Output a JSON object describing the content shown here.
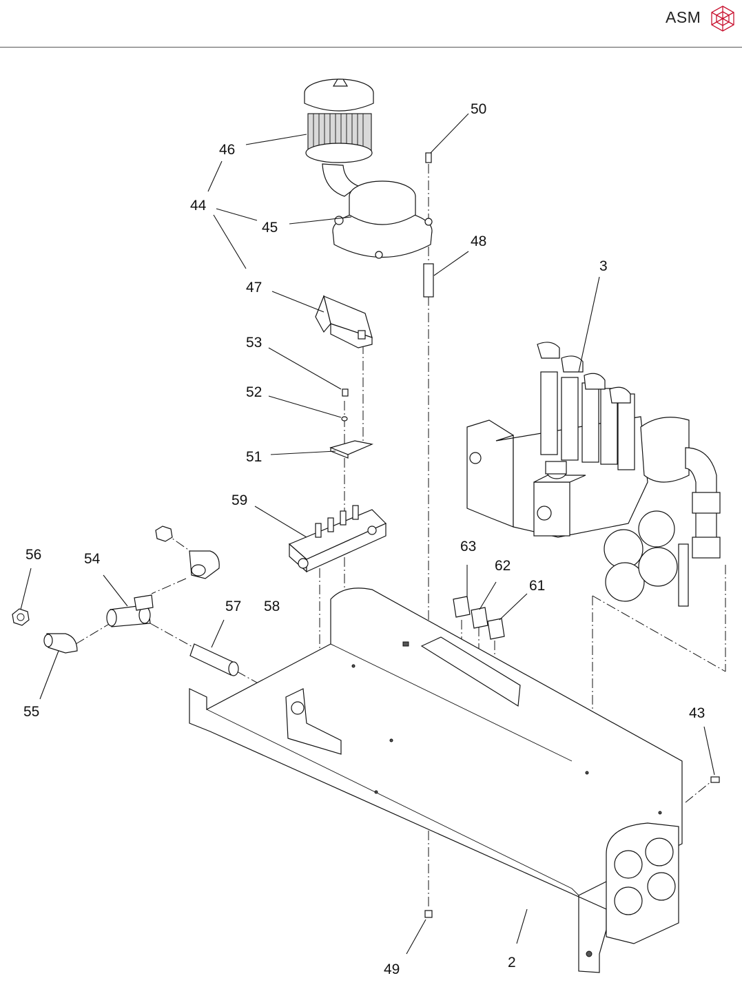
{
  "header": {
    "brand": "ASM",
    "logo_icon": "asm-cube-logo-icon",
    "accent_color": "#c8102e"
  },
  "callouts": {
    "c2": "2",
    "c3": "3",
    "c43": "43",
    "c44": "44",
    "c45": "45",
    "c46": "46",
    "c47": "47",
    "c48": "48",
    "c49": "49",
    "c50": "50",
    "c51": "51",
    "c52": "52",
    "c53": "53",
    "c54": "54",
    "c55": "55",
    "c56": "56",
    "c57": "57",
    "c58": "58",
    "c59": "59",
    "c61": "61",
    "c62": "62",
    "c63": "63"
  }
}
